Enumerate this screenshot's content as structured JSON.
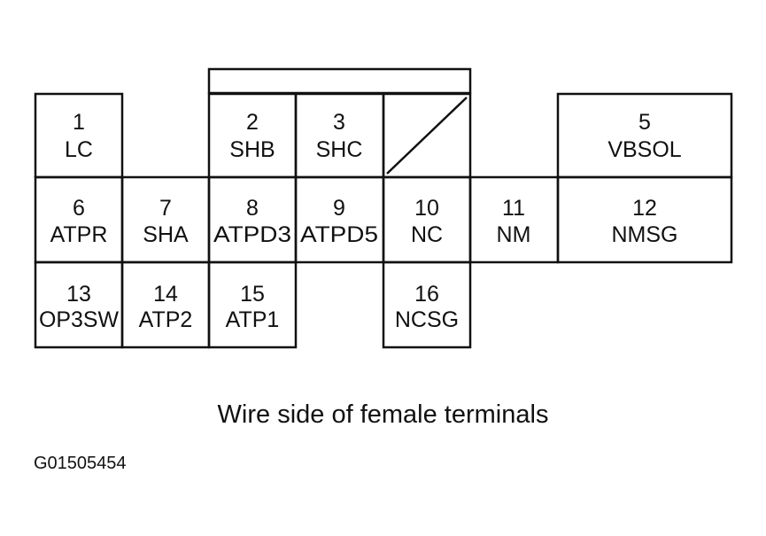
{
  "terminals": [
    {
      "num": "1",
      "name": "LC"
    },
    {
      "num": "2",
      "name": "SHB"
    },
    {
      "num": "3",
      "name": "SHC"
    },
    {
      "num": "5",
      "name": "VBSOL"
    },
    {
      "num": "6",
      "name": "ATPR"
    },
    {
      "num": "7",
      "name": "SHA"
    },
    {
      "num": "8",
      "name": "ATPD3"
    },
    {
      "num": "9",
      "name": "ATPD5"
    },
    {
      "num": "10",
      "name": "NC"
    },
    {
      "num": "11",
      "name": "NM"
    },
    {
      "num": "12",
      "name": "NMSG"
    },
    {
      "num": "13",
      "name": "OP3SW"
    },
    {
      "num": "14",
      "name": "ATP2"
    },
    {
      "num": "15",
      "name": "ATP1"
    },
    {
      "num": "16",
      "name": "NCSG"
    }
  ],
  "caption": "Wire side of female terminals",
  "figure_id": "G01505454"
}
